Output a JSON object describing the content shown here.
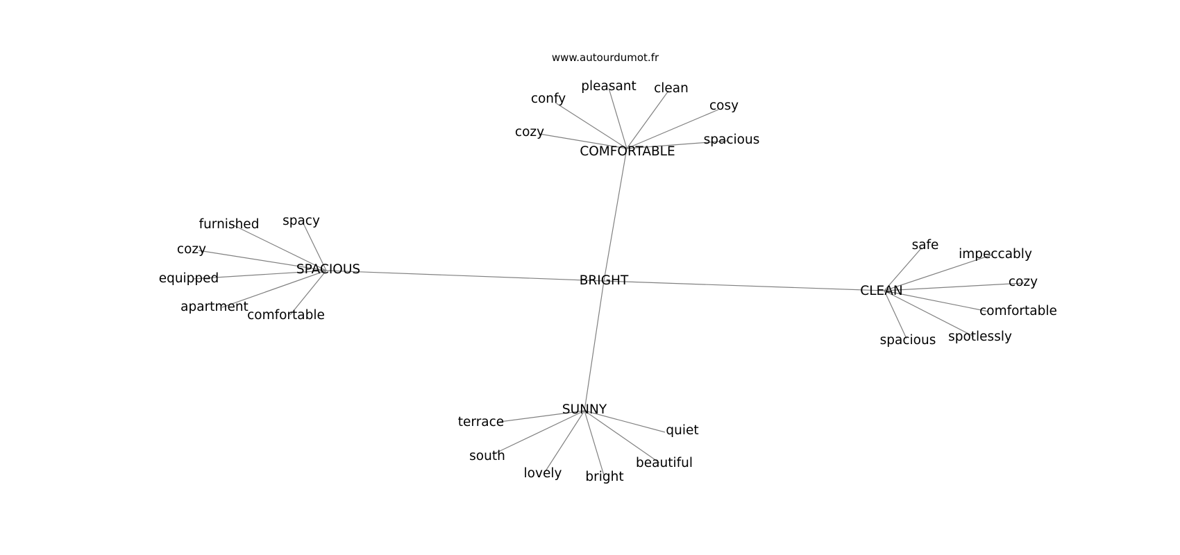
{
  "watermark": "www.autourdumot.fr",
  "graph": {
    "center": {
      "label": "BRIGHT"
    },
    "clusters": [
      {
        "id": "comfortable",
        "label": "COMFORTABLE",
        "neighbors": [
          "cozy",
          "confy",
          "pleasant",
          "clean",
          "cosy",
          "spacious"
        ]
      },
      {
        "id": "spacious",
        "label": "SPACIOUS",
        "neighbors": [
          "furnished",
          "spacy",
          "cozy",
          "equipped",
          "apartment",
          "comfortable"
        ]
      },
      {
        "id": "clean",
        "label": "CLEAN",
        "neighbors": [
          "safe",
          "impeccably",
          "cozy",
          "comfortable",
          "spotlessly",
          "spacious"
        ]
      },
      {
        "id": "sunny",
        "label": "SUNNY",
        "neighbors": [
          "terrace",
          "south",
          "lovely",
          "bright",
          "beautiful",
          "quiet"
        ]
      }
    ]
  }
}
